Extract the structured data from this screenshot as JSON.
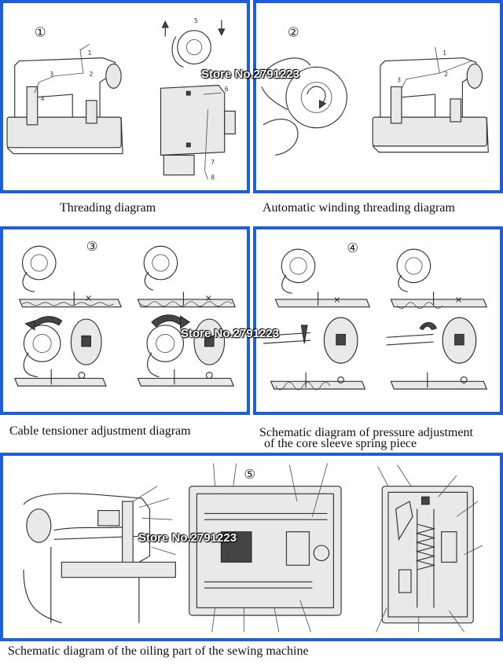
{
  "watermark": "Store No.2791223",
  "panels": [
    {
      "number": "①",
      "caption": "Threading diagram",
      "callouts": [
        "1",
        "2",
        "3",
        "4",
        "5",
        "6",
        "7",
        "8"
      ]
    },
    {
      "number": "②",
      "caption": "Automatic winding threading diagram",
      "callouts": [
        "1",
        "2",
        "3"
      ]
    },
    {
      "number": "③",
      "caption": "Cable tensioner adjustment diagram"
    },
    {
      "number": "④",
      "caption_line1": "Schematic diagram of pressure adjustment",
      "caption_line2": "of the core sleeve spring piece"
    },
    {
      "number": "⑤",
      "caption": "Schematic diagram of the oiling part of the sewing machine"
    }
  ],
  "marks": {
    "cross": "×"
  },
  "colors": {
    "panel_border": "#1f5fd6",
    "background": "#ffffff"
  }
}
